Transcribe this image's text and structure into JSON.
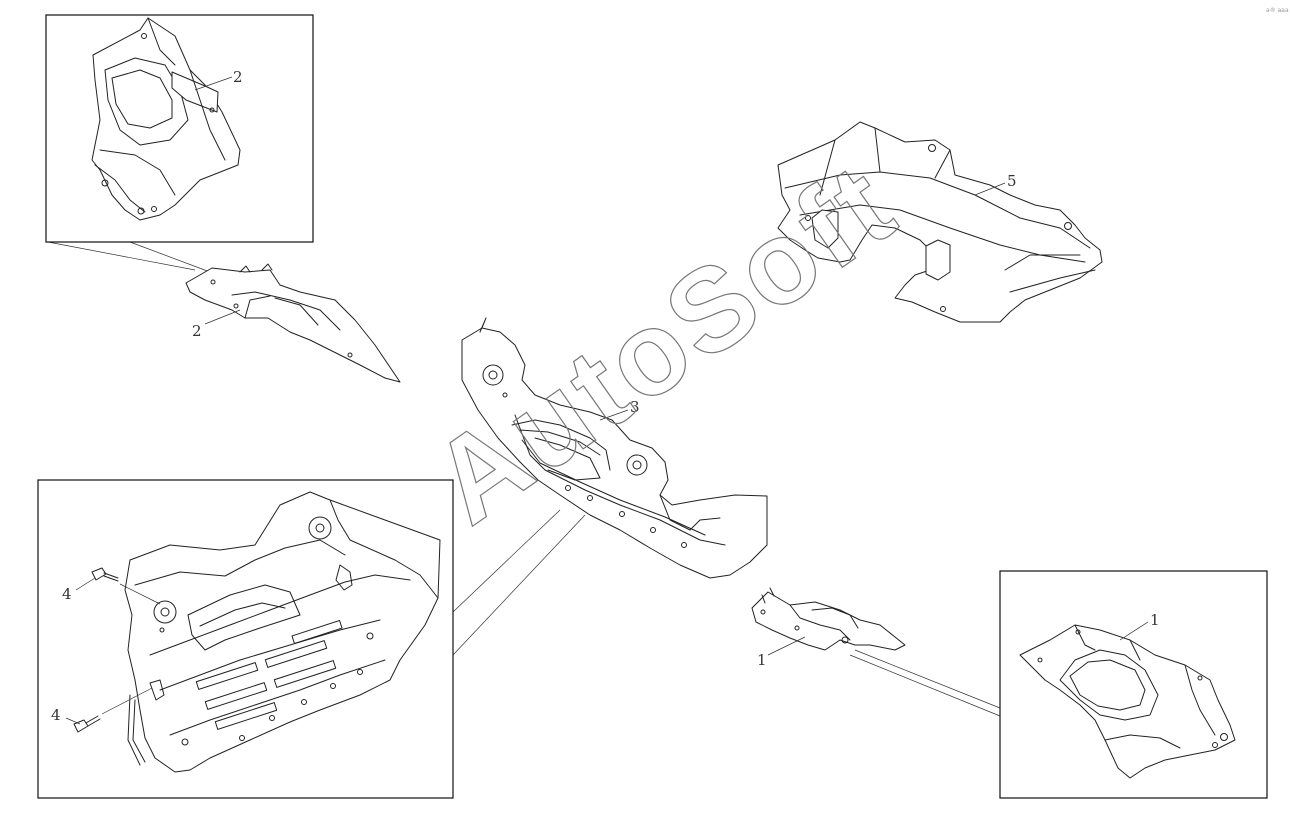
{
  "watermark": "AutoSoft",
  "corner_mark": "a® aaa",
  "callouts": {
    "c1a": "1",
    "c1b": "1",
    "c2a": "2",
    "c2b": "2",
    "c3": "3",
    "c4a": "4",
    "c4b": "4",
    "c5": "5"
  }
}
